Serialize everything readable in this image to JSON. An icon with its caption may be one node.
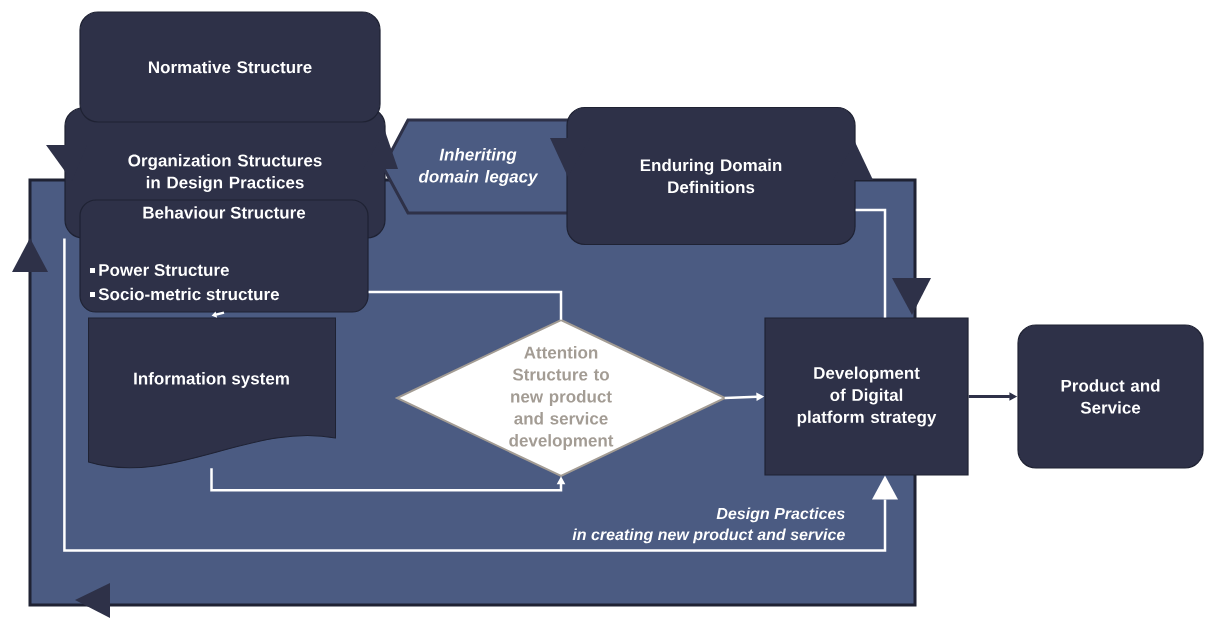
{
  "diagram": {
    "nodes": [
      {
        "text": [
          "Normative Structure"
        ]
      },
      {
        "text": [
          "Organization Structures in Design Practices"
        ]
      },
      {
        "text": [
          "Inheriting domain legacy"
        ]
      },
      {
        "text": [
          "Enduring Domain Definitions"
        ]
      },
      {
        "text": [
          "Design Practices",
          "in creating new product and service"
        ]
      },
      {
        "text": [
          "Behaviour Structure",
          "Power Structure",
          "Socio-metric structure"
        ],
        "in": 4
      },
      {
        "text": [
          "Information system"
        ],
        "in": 4
      },
      {
        "text": [
          "Attention Structure to new product and service development"
        ],
        "in": 4
      },
      {
        "text": [
          "Development of Digital platform strategy"
        ]
      },
      {
        "text": [
          "Product and Service"
        ]
      }
    ],
    "edges": [
      {
        "from": 5,
        "to": 6,
        "arrow": "to"
      },
      {
        "from": 5,
        "to": 7,
        "arrow": "none"
      },
      {
        "from": 6,
        "to": 7,
        "arrow": "to"
      },
      {
        "from": 7,
        "to": 8,
        "arrow": "to"
      },
      {
        "from": 8,
        "to": 9,
        "arrow": "to",
        "color": "#2e3148"
      },
      {
        "from": 3,
        "to": 8,
        "arrow": "none"
      },
      {
        "from": 1,
        "to": 8,
        "arrow": "to"
      }
    ]
  }
}
